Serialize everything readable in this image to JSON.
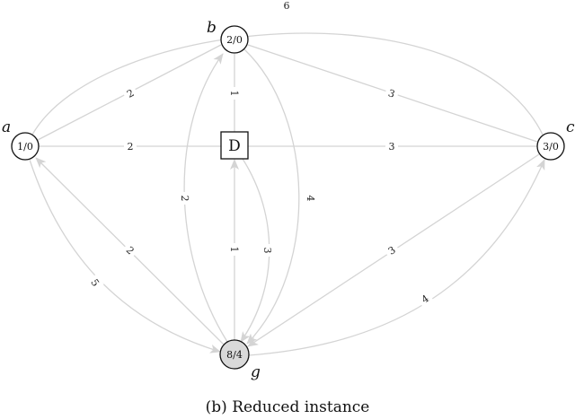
{
  "figure": {
    "caption": "(b) Reduced instance",
    "colors": {
      "edge": "#d4d4d4",
      "node_fill": "#ffffff",
      "goal_fill": "#d9d9d9",
      "stroke": "#111111"
    }
  },
  "nodes": {
    "a": {
      "name": "a",
      "label": "1/0"
    },
    "b": {
      "name": "b",
      "label": "2/0"
    },
    "c": {
      "name": "c",
      "label": "3/0"
    },
    "d": {
      "name": "D",
      "label": "D"
    },
    "g": {
      "name": "g",
      "label": "8/4"
    }
  },
  "edges": [
    {
      "from": "a",
      "to": "b",
      "weight": "2"
    },
    {
      "from": "a",
      "to": "D",
      "weight": "2"
    },
    {
      "from": "a",
      "to": "c",
      "weight": "6"
    },
    {
      "from": "b",
      "to": "D",
      "weight": "1"
    },
    {
      "from": "b",
      "to": "c",
      "weight": "3"
    },
    {
      "from": "D",
      "to": "c",
      "weight": "3"
    },
    {
      "from": "g",
      "to": "b",
      "weight": "2"
    },
    {
      "from": "b",
      "to": "g",
      "weight": "4"
    },
    {
      "from": "g",
      "to": "D",
      "weight": "1"
    },
    {
      "from": "D",
      "to": "g",
      "weight": "3"
    },
    {
      "from": "g",
      "to": "a",
      "weight": "2"
    },
    {
      "from": "a",
      "to": "g",
      "weight": "5"
    },
    {
      "from": "c",
      "to": "g",
      "weight": "3"
    },
    {
      "from": "g",
      "to": "c",
      "weight": "4"
    }
  ]
}
